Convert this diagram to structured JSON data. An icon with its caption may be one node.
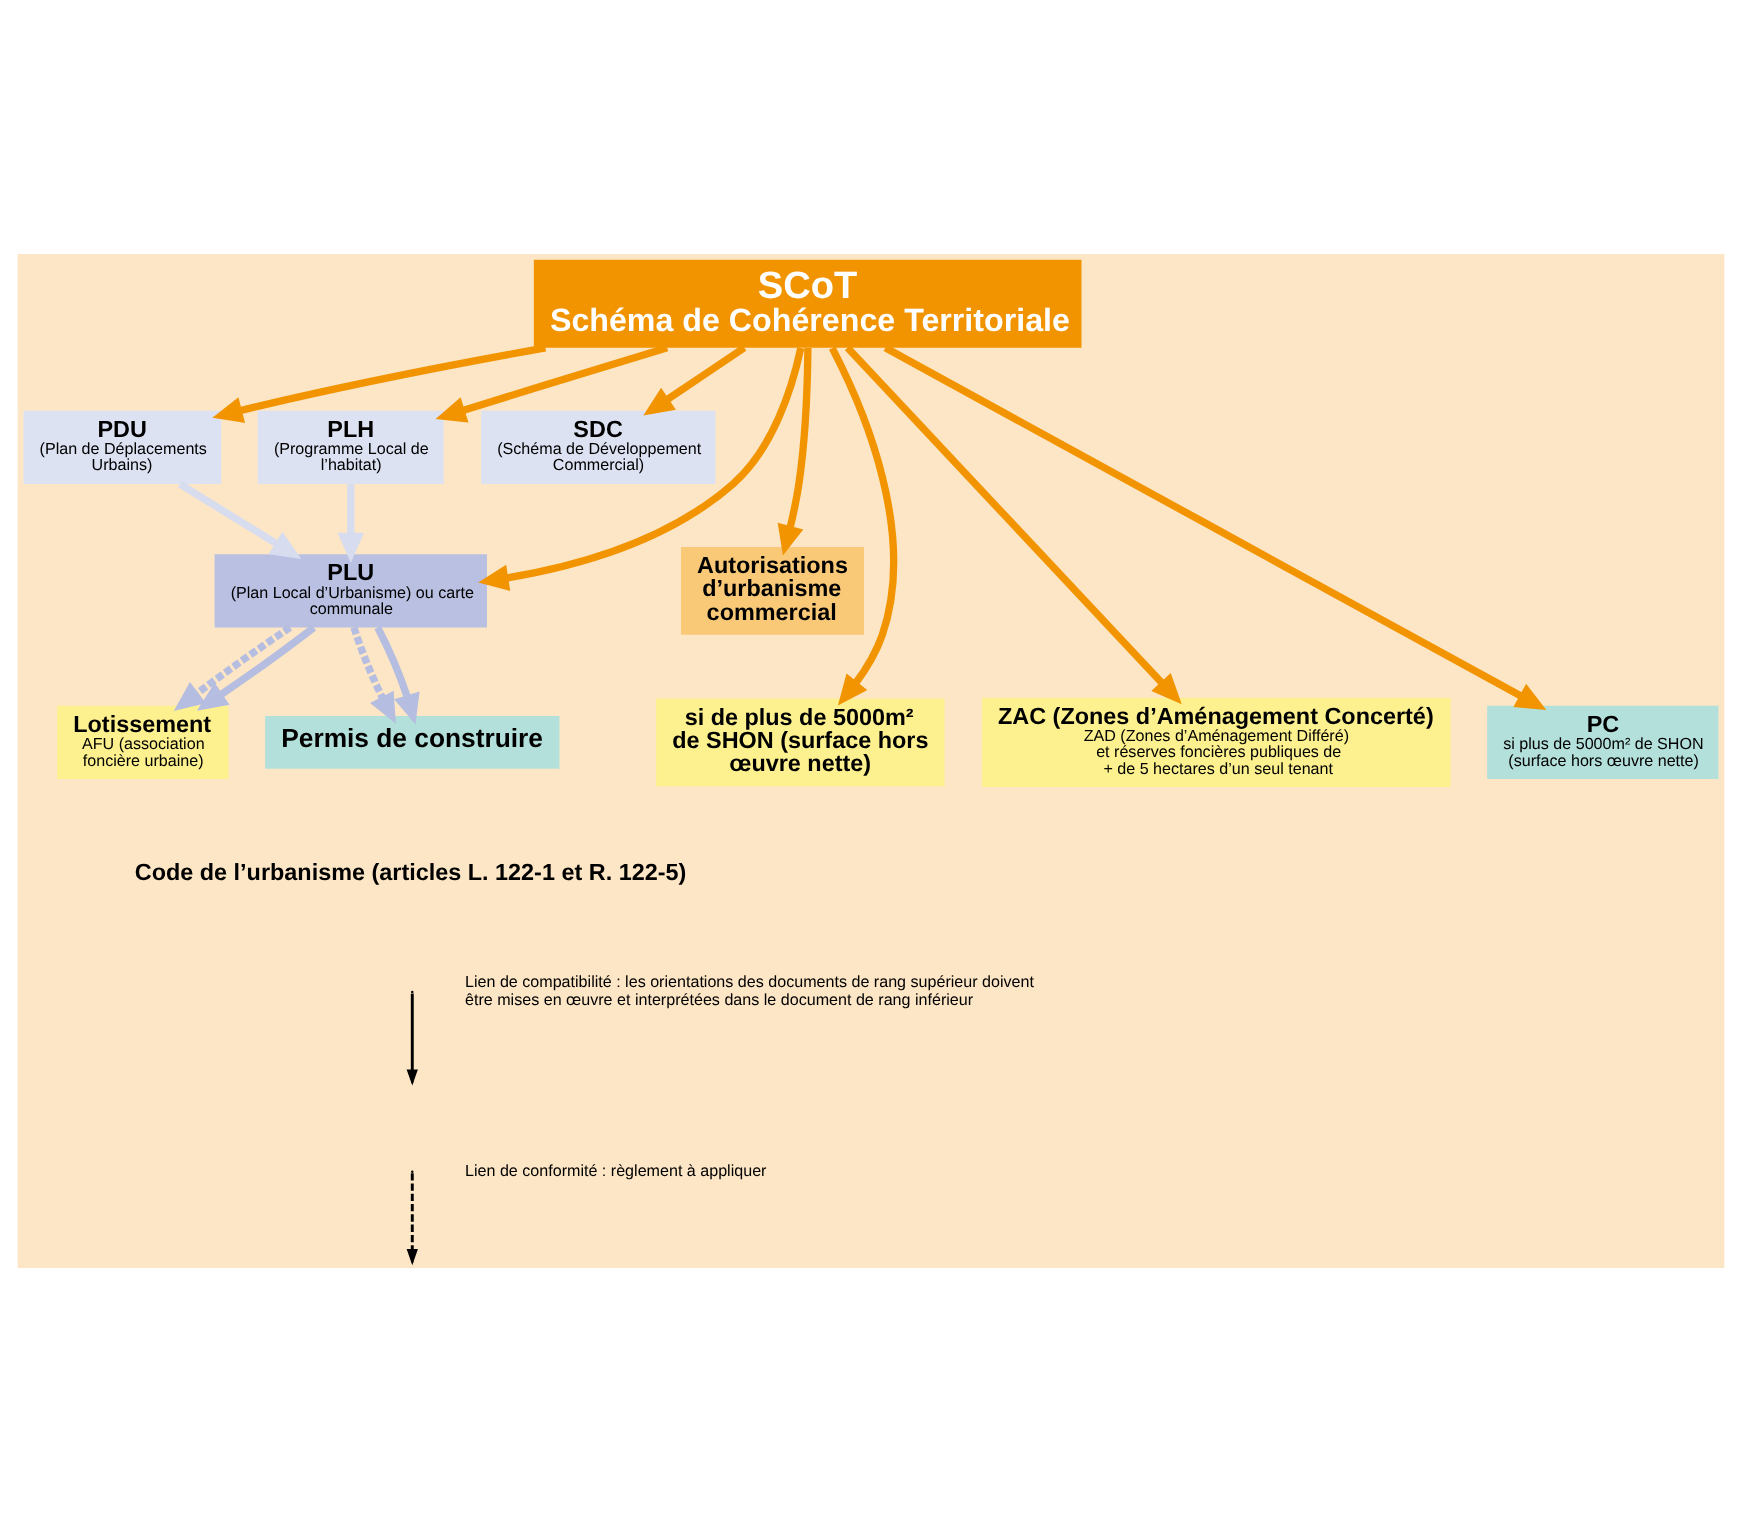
{
  "diagram": {
    "nodes": [
      {
        "text": [
          "SCoT",
          "Schéma de Cohérence Territoriale"
        ]
      },
      {
        "text": [
          "PDU",
          "(Plan de Déplacements Urbains)"
        ]
      },
      {
        "text": [
          "PLH",
          "(Programme Local de l’habitat)"
        ]
      },
      {
        "text": [
          "SDC",
          "(Schéma de Développement Commercial)"
        ]
      },
      {
        "text": [
          "PLU",
          "(Plan Local d’Urbanisme) ou carte communale"
        ]
      },
      {
        "text": [
          "Autorisations d’urbanisme commercial"
        ]
      },
      {
        "text": [
          "Lotissement",
          "AFU (association foncière urbaine)"
        ]
      },
      {
        "text": [
          "si de plus de 5000m² de SHON (surface hors œuvre nette)"
        ]
      },
      {
        "text": [
          "ZAC (Zones d’Aménagement Concerté)",
          "ZAD (Zones d’Aménagement Différé)",
          "et réserves foncières publiques de + de 5 hectares d’un seul tenant"
        ]
      },
      {
        "text": [
          "Permis de construire"
        ]
      },
      {
        "text": [
          "PC",
          "si plus de 5000m² de SHON (surface hors œuvre nette)"
        ]
      }
    ],
    "edges": [
      {
        "from": 0,
        "to": 1,
        "arrow": "to"
      },
      {
        "from": 0,
        "to": 2,
        "arrow": "to"
      },
      {
        "from": 0,
        "to": 4,
        "arrow": "to"
      },
      {
        "from": 0,
        "to": 7,
        "arrow": "to"
      },
      {
        "from": 0,
        "to": 10,
        "arrow": "to"
      },
      {
        "from": 0,
        "to": 8,
        "arrow": "to"
      },
      {
        "from": 0,
        "to": 5,
        "arrow": "to"
      },
      {
        "from": 0,
        "to": 3,
        "arrow": "to"
      },
      {
        "from": 1,
        "to": 4,
        "arrow": "to",
        "color": "#d7dcef"
      },
      {
        "from": 2,
        "to": 4,
        "arrow": "to",
        "color": "#d7dcef"
      },
      {
        "from": 4,
        "to": 9,
        "arrow": "to",
        "style": "dashed",
        "color": "#b5bde0"
      },
      {
        "from": 4,
        "to": 9,
        "arrow": "to",
        "color": "#b5bde0"
      },
      {
        "from": 4,
        "to": 6,
        "arrow": "to",
        "style": "dashed",
        "color": "#b5bde0"
      },
      {
        "from": 4,
        "to": 6,
        "arrow": "to",
        "color": "#b5bde0"
      }
    ],
    "labels": [
      "Code de l’urbanisme (articles L. 122-1 et R. 122-5)"
    ],
    "legend": [
      {
        "text": "Lien de compatibilité : les orientations des documents de rang supérieur doivent être mises en œuvre et interprétées dans le document de rang inférieur"
      },
      {
        "text": "Lien de conformité : règlement à appliquer"
      }
    ]
  }
}
